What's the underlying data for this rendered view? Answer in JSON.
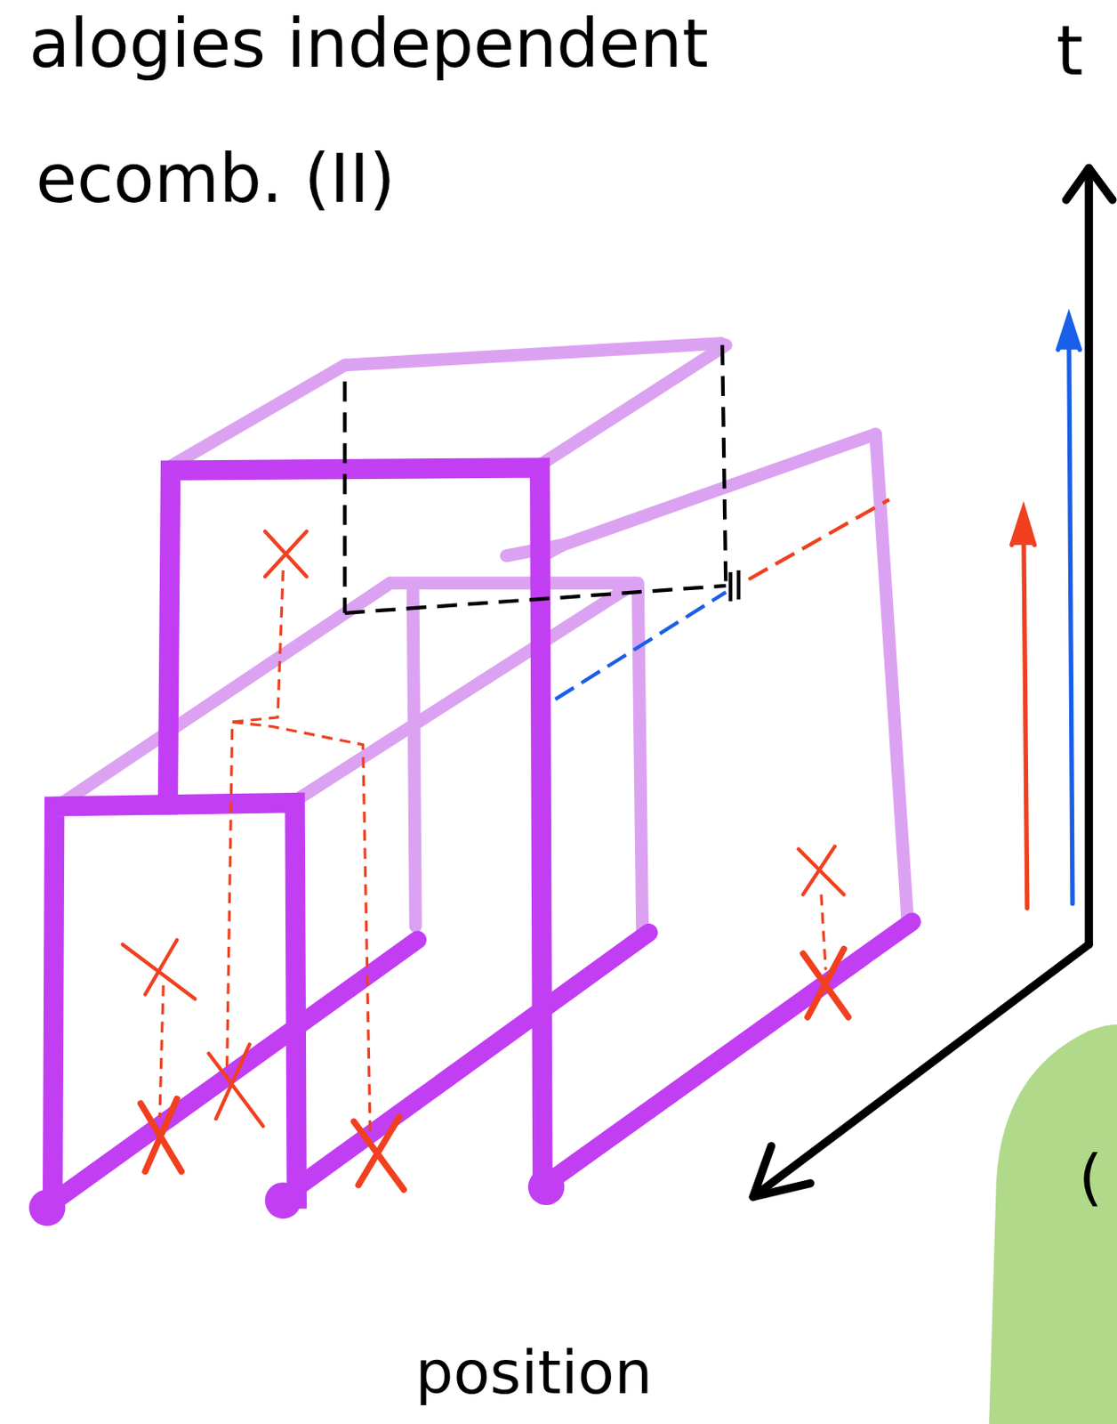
{
  "diagram": {
    "labels": [
      "alogies independent",
      "ecomb. (II)",
      "t",
      "position",
      "("
    ]
  }
}
